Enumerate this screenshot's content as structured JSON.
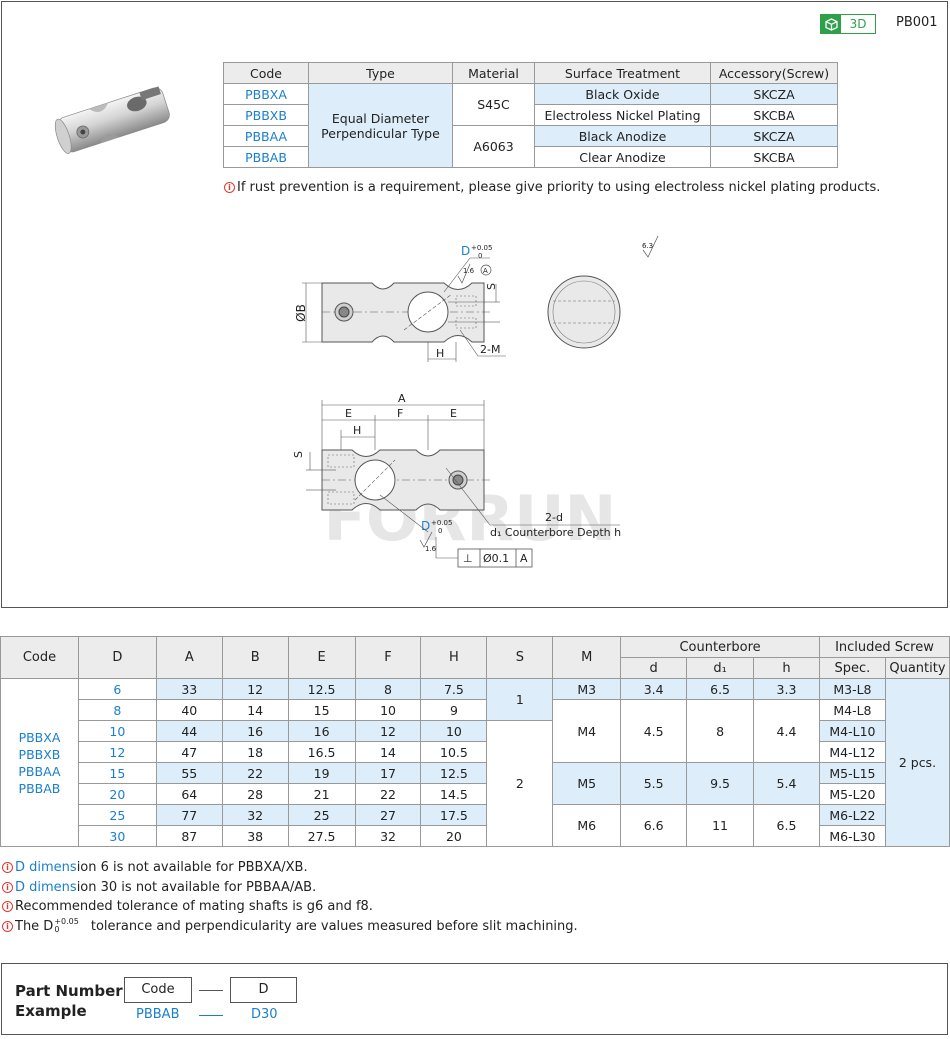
{
  "header": {
    "badge_label": "3D",
    "page_code": "PB001"
  },
  "spec_table": {
    "headers": [
      "Code",
      "Type",
      "Material",
      "Surface Treatment",
      "Accessory(Screw)"
    ],
    "type_line1": "Equal Diameter",
    "type_line2": "Perpendicular Type",
    "rows": [
      {
        "code": "PBBXA",
        "surface": "Black Oxide",
        "screw": "SKCZA"
      },
      {
        "code": "PBBXB",
        "surface": "Electroless Nickel Plating",
        "screw": "SKCBA"
      },
      {
        "code": "PBBAA",
        "surface": "Black Anodize",
        "screw": "SKCZA"
      },
      {
        "code": "PBBAB",
        "surface": "Clear Anodize",
        "screw": "SKCBA"
      }
    ],
    "materials": [
      "S45C",
      "A6063"
    ]
  },
  "notice": "If rust prevention is a requirement, please give priority to using electroless nickel plating products.",
  "drawing": {
    "d_label": "D",
    "tol_plus": "+0.05",
    "tol_zero": "0",
    "rough_16": "1.6",
    "rough_63": "6.3",
    "datum_a": "A",
    "phi_b": "ØB",
    "s": "S",
    "h": "H",
    "m": "2-M",
    "a": "A",
    "e": "E",
    "f": "F",
    "two_d": "2-d",
    "counterbore": "d₁ Counterbore Depth h",
    "perp": "⊥",
    "perp_tol": "Ø0.1",
    "perp_datum": "A",
    "watermark": "FORRUN"
  },
  "dim_table": {
    "h_code": "Code",
    "h_d": "D",
    "h_a": "A",
    "h_b": "B",
    "h_e": "E",
    "h_f": "F",
    "h_h": "H",
    "h_s": "S",
    "h_m": "M",
    "h_counterbore": "Counterbore",
    "h_cb_d": "d",
    "h_cb_d1": "d₁",
    "h_cb_h": "h",
    "h_screw": "Included Screw",
    "h_spec": "Spec.",
    "h_qty": "Quantity",
    "codes": [
      "PBBXA",
      "PBBXB",
      "PBBAA",
      "PBBAB"
    ],
    "rows": [
      {
        "d": "6",
        "a": "33",
        "b": "12",
        "e": "12.5",
        "f": "8",
        "h": "7.5",
        "spec": "M3-L8"
      },
      {
        "d": "8",
        "a": "40",
        "b": "14",
        "e": "15",
        "f": "10",
        "h": "9",
        "spec": "M4-L8"
      },
      {
        "d": "10",
        "a": "44",
        "b": "16",
        "e": "16",
        "f": "12",
        "h": "10",
        "spec": "M4-L10"
      },
      {
        "d": "12",
        "a": "47",
        "b": "18",
        "e": "16.5",
        "f": "14",
        "h": "10.5",
        "spec": "M4-L12"
      },
      {
        "d": "15",
        "a": "55",
        "b": "22",
        "e": "19",
        "f": "17",
        "h": "12.5",
        "spec": "M5-L15"
      },
      {
        "d": "20",
        "a": "64",
        "b": "28",
        "e": "21",
        "f": "22",
        "h": "14.5",
        "spec": "M5-L20"
      },
      {
        "d": "25",
        "a": "77",
        "b": "32",
        "e": "25",
        "f": "27",
        "h": "17.5",
        "spec": "M6-L22"
      },
      {
        "d": "30",
        "a": "87",
        "b": "38",
        "e": "27.5",
        "f": "32",
        "h": "20",
        "spec": "M6-L30"
      }
    ],
    "s_values": [
      "1",
      "2"
    ],
    "groups": [
      {
        "m": "M3",
        "cb_d": "3.4",
        "cb_d1": "6.5",
        "cb_h": "3.3"
      },
      {
        "m": "M4",
        "cb_d": "4.5",
        "cb_d1": "8",
        "cb_h": "4.4"
      },
      {
        "m": "M5",
        "cb_d": "5.5",
        "cb_d1": "9.5",
        "cb_h": "5.4"
      },
      {
        "m": "M6",
        "cb_d": "6.6",
        "cb_d1": "11",
        "cb_h": "6.5"
      }
    ],
    "quantity": "2 pcs."
  },
  "notes": {
    "n1_blue": "D dimens",
    "n1_rest": "ion 6 is not available for PBBXA/XB.",
    "n2_blue": "D dimens",
    "n2_rest": "ion 30 is not available for PBBAA/AB.",
    "n3": "Recommended tolerance of mating shafts is g6 and f8.",
    "n4_pre": "The D",
    "n4_plus": "+0.05",
    "n4_zero": "0",
    "n4_post": "tolerance and perpendicularity are values measured before slit machining."
  },
  "part_number": {
    "title_line1": "Part Number",
    "title_line2": "Example",
    "box_code": "Code",
    "box_d": "D",
    "example_code": "PBBAB",
    "example_d": "D30"
  }
}
